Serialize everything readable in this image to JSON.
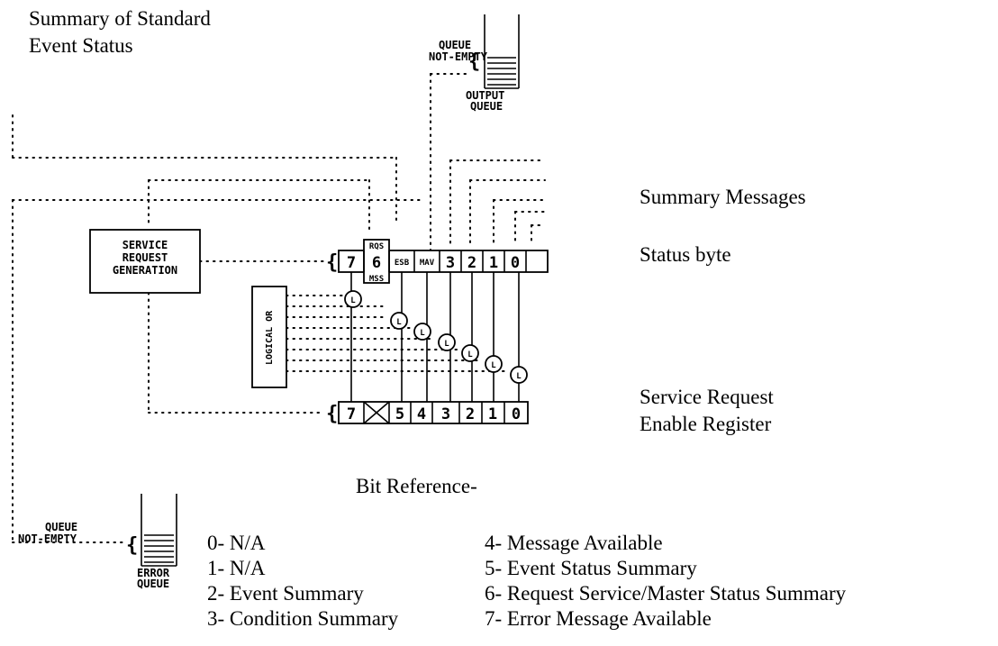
{
  "header": {
    "line1": "Summary of Standard",
    "line2": "Event Status"
  },
  "output_queue": {
    "flag_line1": "QUEUE",
    "flag_line2": "NOT-EMPTY",
    "label_line1": "OUTPUT",
    "label_line2": "QUEUE"
  },
  "error_queue": {
    "flag_line1": "QUEUE",
    "flag_line2": "NOT-EMPTY",
    "label_line1": "ERROR",
    "label_line2": "QUEUE"
  },
  "srq_block": {
    "line1": "SERVICE",
    "line2": "REQUEST",
    "line3": "GENERATION"
  },
  "logical_or": "LOGICAL OR",
  "status_byte": {
    "cells": [
      "7",
      "6",
      "ESB",
      "MAV",
      "3",
      "2",
      "1",
      "0"
    ],
    "rqs_label": "RQS",
    "mss_label": "MSS"
  },
  "enable_register": {
    "cells": [
      "7",
      "5",
      "4",
      "3",
      "2",
      "1",
      "0"
    ]
  },
  "right_labels": {
    "summary_messages": "Summary Messages",
    "status_byte": "Status byte",
    "srer_line1": "Service Request",
    "srer_line2": "Enable Register"
  },
  "bit_reference_title": "Bit Reference-",
  "bit_reference_left": [
    "0- N/A",
    "1- N/A",
    "2- Event Summary",
    "3- Condition Summary"
  ],
  "bit_reference_right": [
    "4- Message Available",
    "5- Event Status Summary",
    "6- Request Service/Master Status Summary",
    "7- Error Message Available"
  ]
}
